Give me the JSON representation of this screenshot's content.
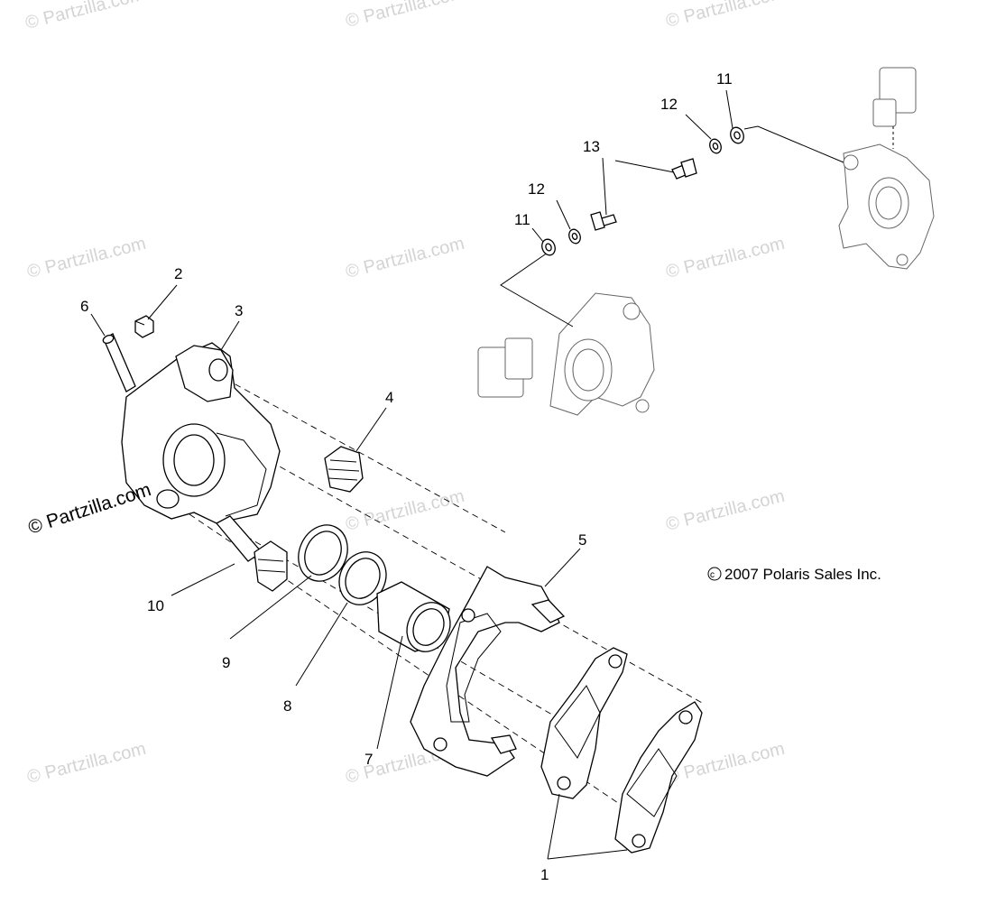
{
  "diagram": {
    "copyright": "2007 Polaris Sales Inc.",
    "copyright_symbol": "©",
    "site_stamp": "© Partzilla.com",
    "watermark_text": "© Partzilla.com",
    "callouts": {
      "c1": "1",
      "c2": "2",
      "c3": "3",
      "c4": "4",
      "c5": "5",
      "c6": "6",
      "c7": "7",
      "c8": "8",
      "c9": "9",
      "c10": "10",
      "c11a": "11",
      "c11b": "11",
      "c12a": "12",
      "c12b": "12",
      "c13": "13"
    }
  }
}
